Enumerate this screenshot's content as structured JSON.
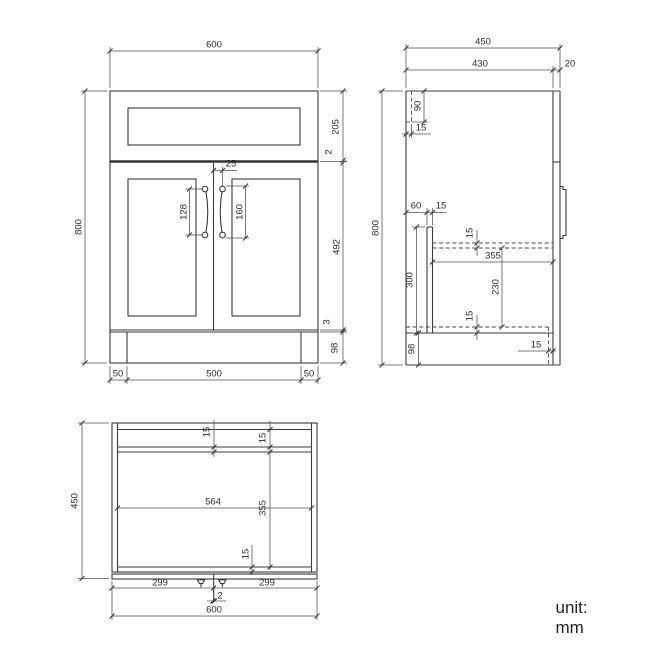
{
  "unit_label": "unit: mm",
  "views": {
    "front": {
      "dims": {
        "overall_width": "600",
        "overall_height": "800",
        "drawer_front_height": "205",
        "drawer_door_gap": "2",
        "door_height": "492",
        "door_bottom_gap": "3",
        "plinth_height": "98",
        "handle_hole_spacing": "128",
        "handle_length": "160",
        "handle_center_offset": "25",
        "plinth_inset_left": "50",
        "plinth_width": "500",
        "plinth_inset_right": "50"
      }
    },
    "side": {
      "dims": {
        "overall_depth": "450",
        "carcass_depth": "430",
        "door_thickness": "20",
        "overall_height": "800",
        "back_rail_height": "90",
        "back_rail_thickness": "15",
        "partition_back_offset": "60",
        "partition_thickness": "15",
        "partition_height": "300",
        "shelf_thickness": "15",
        "shelf_depth": "355",
        "shelf_to_bottom": "230",
        "bottom_panel_thickness": "15",
        "plinth_height": "98",
        "front_recess": "15"
      }
    },
    "plan": {
      "dims": {
        "overall_depth": "450",
        "rail_thickness_a": "15",
        "rail_thickness_b": "15",
        "interior_width": "564",
        "interior_depth": "355",
        "front_rail_thickness": "15",
        "left_door_width": "299",
        "right_door_width": "299",
        "door_gap": "2",
        "overall_width": "600"
      }
    }
  }
}
